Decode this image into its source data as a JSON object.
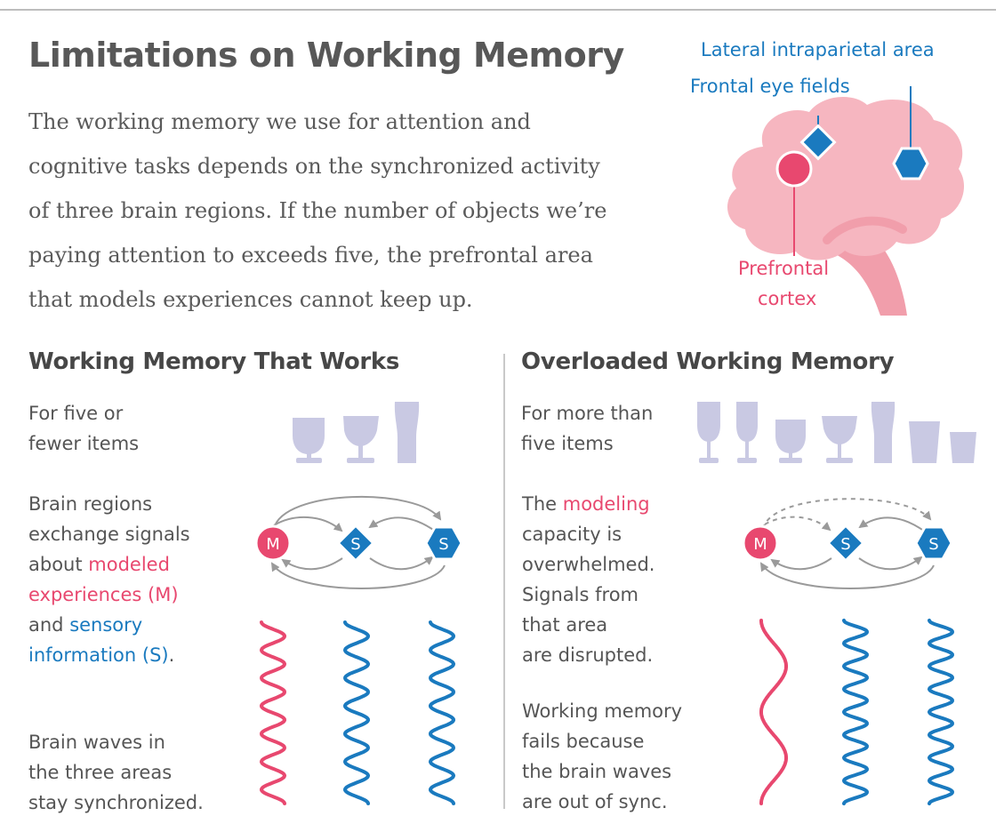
{
  "title": "Limitations on Working Memory",
  "intro": {
    "lines": [
      "The working memory we use for attention and",
      "cognitive tasks depends on the synchronized activity",
      "of three brain regions. If the number of objects we’re",
      "paying attention to exceeds five, the prefrontal area",
      "that models experiences cannot keep up."
    ]
  },
  "brain": {
    "lateral_label": "Lateral intraparietal area",
    "frontal_label": "Frontal eye fields",
    "prefrontal_label_1": "Prefrontal",
    "prefrontal_label_2": "cortex"
  },
  "left": {
    "heading": "Working Memory That Works",
    "items_lines": [
      "For five or",
      "fewer items"
    ],
    "exchange": {
      "l1": "Brain regions",
      "l2": "exchange signals",
      "l3_pre": "about ",
      "l3_hl": "modeled",
      "l4_hl": "experiences (M)",
      "l5_pre": "and ",
      "l5_hl": "sensory",
      "l6_hl": "information (S)",
      "l6_post": "."
    },
    "waves_lines": [
      "Brain waves in",
      "the three areas",
      "stay synchronized."
    ],
    "node_labels": [
      "M",
      "S",
      "S"
    ]
  },
  "right": {
    "heading": "Overloaded Working Memory",
    "items_lines": [
      "For more than",
      "five items"
    ],
    "capacity": {
      "l1_pre": "The ",
      "l1_hl": "modeling",
      "l2": "capacity is",
      "l3": "overwhelmed.",
      "l4": "Signals from",
      "l5": "that area",
      "l6": "are disrupted."
    },
    "fail_lines": [
      "Working memory",
      "fails because",
      "the brain waves",
      "are out of sync."
    ],
    "node_labels": [
      "M",
      "S",
      "S"
    ]
  },
  "colors": {
    "pink": "#e8486f",
    "blue": "#1a7abf",
    "glass": "#c9c9e3",
    "brain": "#f6b6c0",
    "brain_stem": "#f19eab",
    "arrow": "#9a9a9a"
  }
}
